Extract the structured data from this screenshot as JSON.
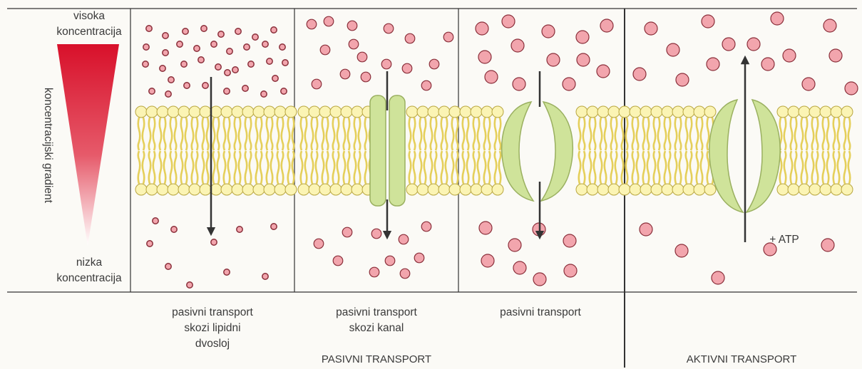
{
  "gradient": {
    "top_label": [
      "visoka",
      "koncentracija"
    ],
    "bottom_label": [
      "nizka",
      "koncentracija"
    ],
    "axis_label": "koncentracijski gradient",
    "color_high": "#d8102a",
    "color_low": "#ffffff"
  },
  "panels": [
    {
      "caption": [
        "pasivni transport",
        "skozi lipidni",
        "dvosloj"
      ],
      "arrow": "down"
    },
    {
      "caption": [
        "pasivni transport",
        "skozi kanal"
      ],
      "arrow": "down"
    },
    {
      "caption": [
        "pasivni transport"
      ],
      "arrow": "down"
    },
    {
      "caption": [],
      "arrow": "up",
      "energy": "+ ATP"
    }
  ],
  "group_labels": {
    "passive": "PASIVNI TRANSPORT",
    "active": "AKTIVNI TRANSPORT"
  },
  "colors": {
    "molecule_fill": "#f2a5ad",
    "molecule_stroke": "#8a2f3a",
    "lipid_head": "#fbf4b4",
    "lipid_tail": "#e5cf5a",
    "protein": "#cfe39a"
  }
}
